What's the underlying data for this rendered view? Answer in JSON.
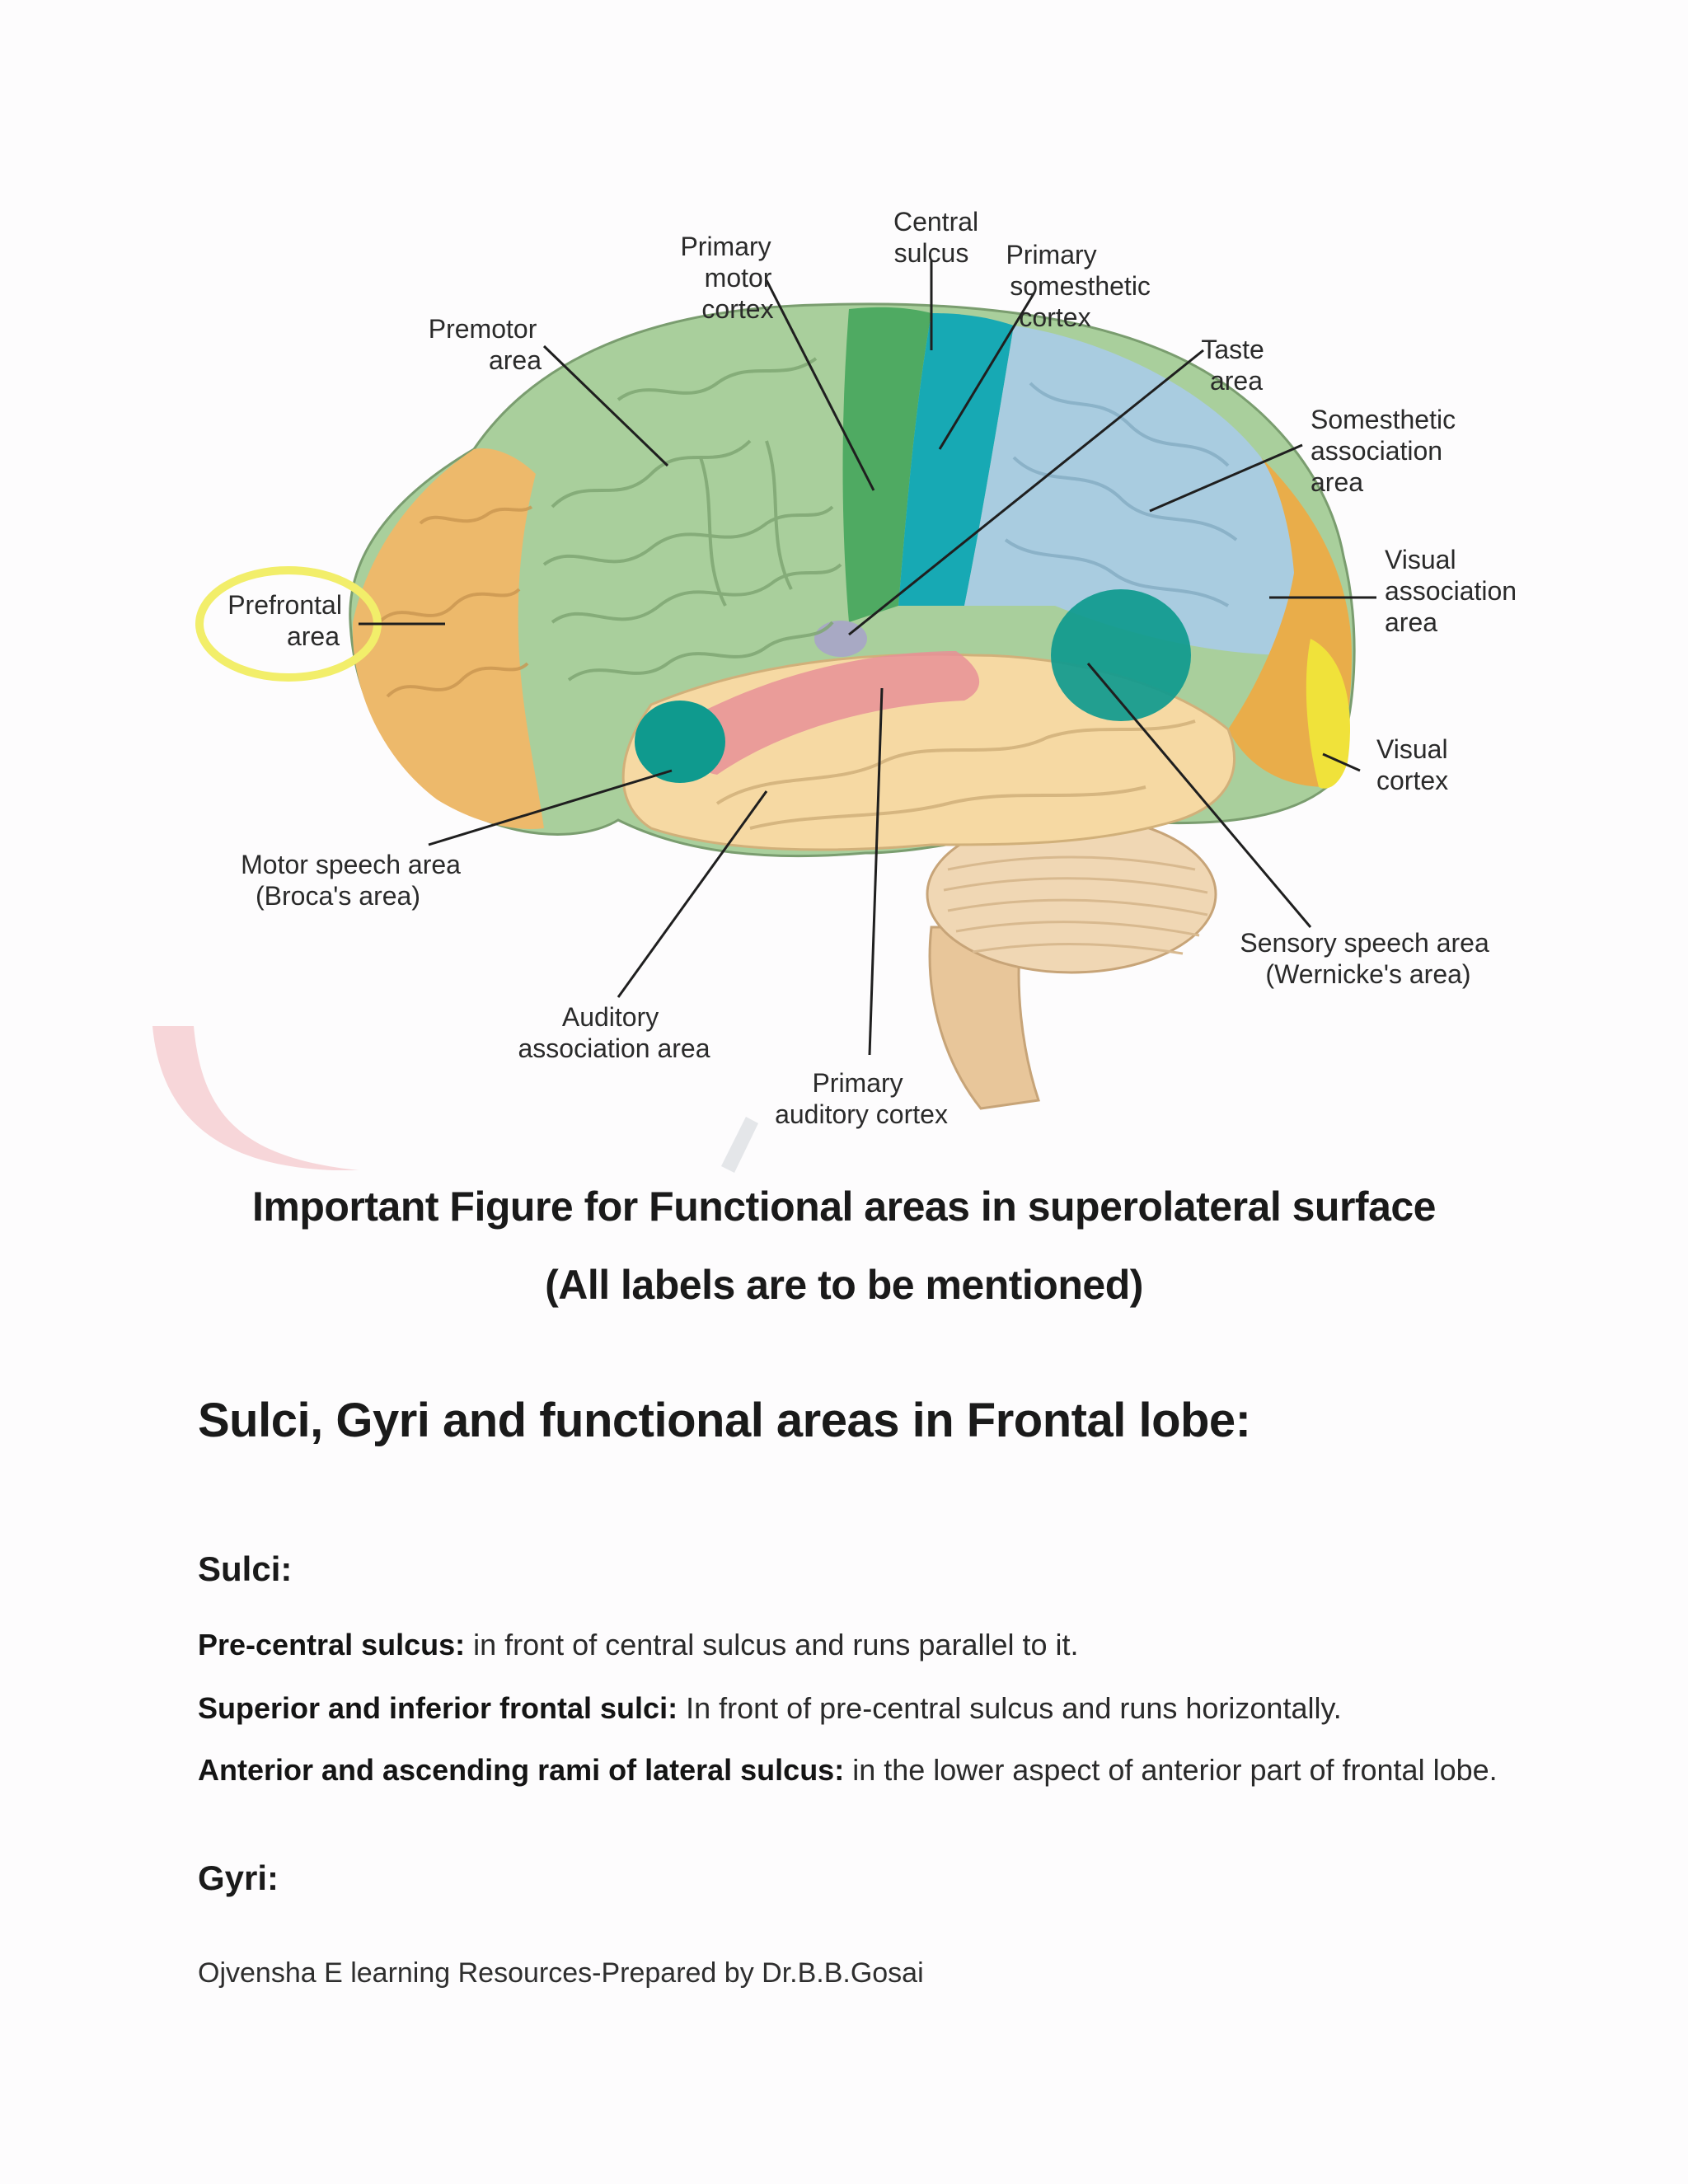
{
  "figure": {
    "labels": {
      "central_sulcus": [
        "Central",
        "sulcus"
      ],
      "primary_motor_cortex": [
        "Primary",
        "motor",
        "cortex"
      ],
      "primary_somesthetic_cortex": [
        "Primary",
        "somesthetic",
        "cortex"
      ],
      "premotor_area": [
        "Premotor",
        "area"
      ],
      "taste_area": [
        "Taste",
        "area"
      ],
      "somesthetic_association_area": [
        "Somesthetic",
        "association",
        "area"
      ],
      "prefrontal_area": [
        "Prefrontal",
        "area"
      ],
      "visual_association_area": [
        "Visual",
        "association",
        "area"
      ],
      "visual_cortex": [
        "Visual",
        "cortex"
      ],
      "motor_speech_area": [
        "Motor speech area",
        "(Broca's area)"
      ],
      "sensory_speech_area": [
        "Sensory speech area",
        "(Wernicke's area)"
      ],
      "auditory_association_area": [
        "Auditory",
        "association area"
      ],
      "primary_auditory_cortex": [
        "Primary",
        "auditory cortex"
      ]
    },
    "colors": {
      "frontal_green": "#a9cf9c",
      "motor_green": "#4faa62",
      "somesthetic_teal": "#17a9b4",
      "parietal_blue": "#a9cce0",
      "prefrontal_orange": "#edb96b",
      "temporal_cream": "#f6d9a3",
      "auditory_pink": "#e79098",
      "visual_yellow": "#f0e23a",
      "broca_wernicke_teal": "#0f9a8e",
      "prefrontal_highlight": "#f2ee6a"
    }
  },
  "caption": {
    "line1": "Important Figure for Functional areas in superolateral surface",
    "line2": "(All labels are to be mentioned)"
  },
  "section_heading": "Sulci, Gyri and functional areas in Frontal lobe:",
  "sulci": {
    "heading": "Sulci:",
    "items": [
      {
        "term": "Pre-central sulcus:",
        "text": " in front of central sulcus and runs parallel to it."
      },
      {
        "term": "Superior and inferior frontal sulci:",
        "text": " In front of pre-central sulcus and runs horizontally."
      },
      {
        "term": "Anterior and ascending rami of lateral sulcus:",
        "text": " in the lower aspect of anterior part of frontal lobe."
      }
    ]
  },
  "gyri": {
    "heading": "Gyri:"
  },
  "footer": "Ojvensha E learning Resources-Prepared by Dr.B.B.Gosai"
}
